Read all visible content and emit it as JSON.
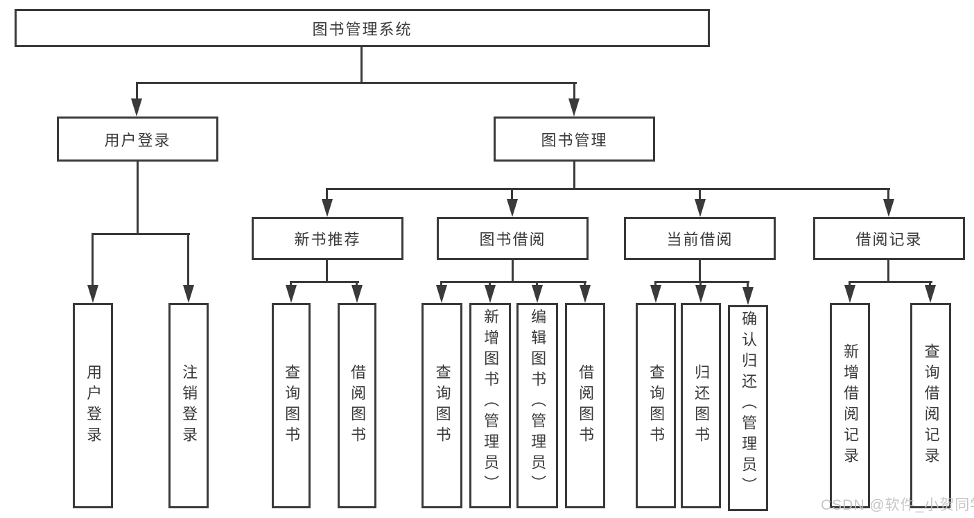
{
  "colors": {
    "line": "#3a3a3a",
    "text": "#3a3a3a",
    "background": "#ffffff",
    "watermark": "#c2c2c2"
  },
  "watermark": {
    "text": "CSDN @软件_小贺同学"
  },
  "diagram": {
    "type": "tree",
    "root": {
      "label": "图书管理系统"
    },
    "level2": [
      {
        "label": "用户登录",
        "parent": "图书管理系统"
      },
      {
        "label": "图书管理",
        "parent": "图书管理系统"
      }
    ],
    "level3": [
      {
        "label": "新书推荐",
        "parent": "图书管理"
      },
      {
        "label": "图书借阅",
        "parent": "图书管理"
      },
      {
        "label": "当前借阅",
        "parent": "图书管理"
      },
      {
        "label": "借阅记录",
        "parent": "图书管理"
      }
    ],
    "leaves": [
      {
        "label": "用户登录",
        "parent": "用户登录"
      },
      {
        "label": "注销登录",
        "parent": "用户登录"
      },
      {
        "label": "查询图书",
        "parent": "新书推荐"
      },
      {
        "label": "借阅图书",
        "parent": "新书推荐"
      },
      {
        "label": "查询图书",
        "parent": "图书借阅"
      },
      {
        "label": "新增图书（管理员）",
        "parent": "图书借阅"
      },
      {
        "label": "编辑图书（管理员）",
        "parent": "图书借阅"
      },
      {
        "label": "借阅图书",
        "parent": "图书借阅"
      },
      {
        "label": "查询图书",
        "parent": "当前借阅"
      },
      {
        "label": "归还图书",
        "parent": "当前借阅"
      },
      {
        "label": "确认归还（管理员）",
        "parent": "当前借阅"
      },
      {
        "label": "新增借阅记录",
        "parent": "借阅记录"
      },
      {
        "label": "查询借阅记录",
        "parent": "借阅记录"
      }
    ]
  }
}
